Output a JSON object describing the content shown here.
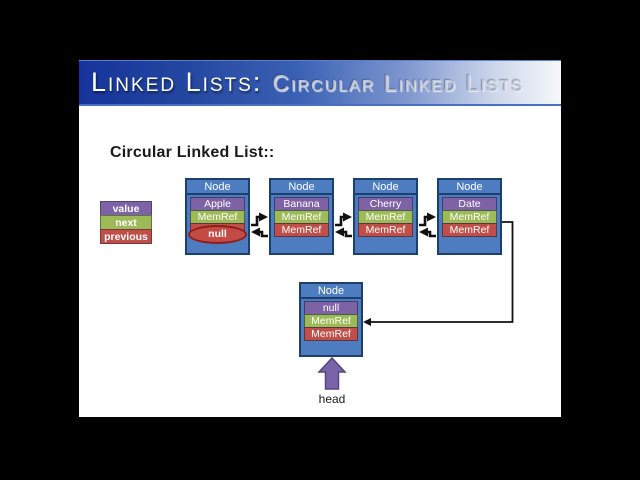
{
  "slide": {
    "header": {
      "title_primary": "Linked Lists:",
      "title_secondary": "Circular Linked Lists"
    },
    "heading": "Circular Linked List::",
    "legend": [
      {
        "label": "value",
        "color": "#7e62a6"
      },
      {
        "label": "next",
        "color": "#9cba55"
      },
      {
        "label": "previous",
        "color": "#c04f49"
      }
    ],
    "nodes": [
      {
        "title": "Node",
        "value": "Apple",
        "next": "MemRef",
        "prev": "null"
      },
      {
        "title": "Node",
        "value": "Banana",
        "next": "MemRef",
        "prev": "MemRef"
      },
      {
        "title": "Node",
        "value": "Cherry",
        "next": "MemRef",
        "prev": "MemRef"
      },
      {
        "title": "Node",
        "value": "Date",
        "next": "MemRef",
        "prev": "MemRef"
      }
    ],
    "head_node": {
      "title": "Node",
      "value": "null",
      "next": "MemRef",
      "prev": "MemRef"
    },
    "head_pointer_label": "head",
    "colors": {
      "node_fill": "#4d7cc0",
      "node_border": "#1d3f6e",
      "value_row": "#7e62a6",
      "next_row": "#9cba55",
      "prev_row": "#c04f49",
      "null_ellipse_fill": "#c44a45",
      "null_ellipse_border": "#8c1f1a",
      "head_arrow_fill": "#7a63a8",
      "arrow_stroke": "#111111",
      "header_bar_left": "#16339b",
      "header_bar_right": "#f6f8fb",
      "slide_background": "#ffffff",
      "frame_background": "#000000"
    }
  }
}
